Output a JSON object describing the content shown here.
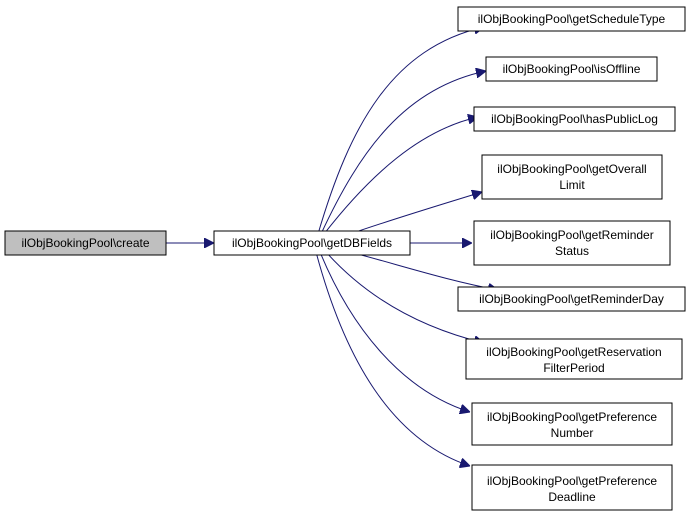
{
  "colors": {
    "edge": "#191970",
    "node_border": "#000000",
    "node_fill": "#ffffff",
    "focus_fill": "#bfbfbf"
  },
  "nodes": {
    "create": {
      "lines": [
        "ilObjBookingPool\\create"
      ]
    },
    "getDBFields": {
      "lines": [
        "ilObjBookingPool\\getDBFields"
      ]
    },
    "getScheduleType": {
      "lines": [
        "ilObjBookingPool\\getScheduleType"
      ]
    },
    "isOffline": {
      "lines": [
        "ilObjBookingPool\\isOffline"
      ]
    },
    "hasPublicLog": {
      "lines": [
        "ilObjBookingPool\\hasPublicLog"
      ]
    },
    "getOverallLimit": {
      "lines": [
        "ilObjBookingPool\\getOverall",
        "Limit"
      ]
    },
    "getReminderStatus": {
      "lines": [
        "ilObjBookingPool\\getReminder",
        "Status"
      ]
    },
    "getReminderDay": {
      "lines": [
        "ilObjBookingPool\\getReminderDay"
      ]
    },
    "getReservationFilterPeriod": {
      "lines": [
        "ilObjBookingPool\\getReservation",
        "FilterPeriod"
      ]
    },
    "getPreferenceNumber": {
      "lines": [
        "ilObjBookingPool\\getPreference",
        "Number"
      ]
    },
    "getPreferenceDeadline": {
      "lines": [
        "ilObjBookingPool\\getPreference",
        "Deadline"
      ]
    }
  }
}
